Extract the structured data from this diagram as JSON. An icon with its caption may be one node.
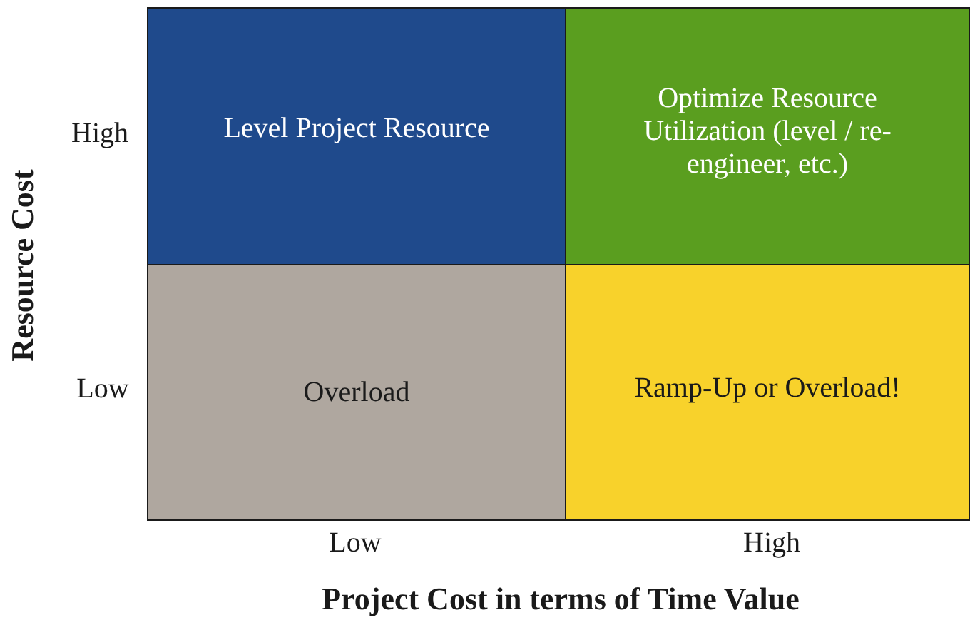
{
  "diagram": {
    "nodes": [
      {
        "text": [
          "Level Project Resource"
        ]
      },
      {
        "text": [
          "Optimize Resource Utilization (level / re-engineer, etc.)"
        ]
      },
      {
        "text": [
          "Overload"
        ]
      },
      {
        "text": [
          "Ramp-Up or Overload!"
        ]
      }
    ],
    "labels": [
      "High",
      "Low",
      "Low",
      "High",
      "Resource Cost",
      "Project Cost in terms of Time Value"
    ]
  }
}
